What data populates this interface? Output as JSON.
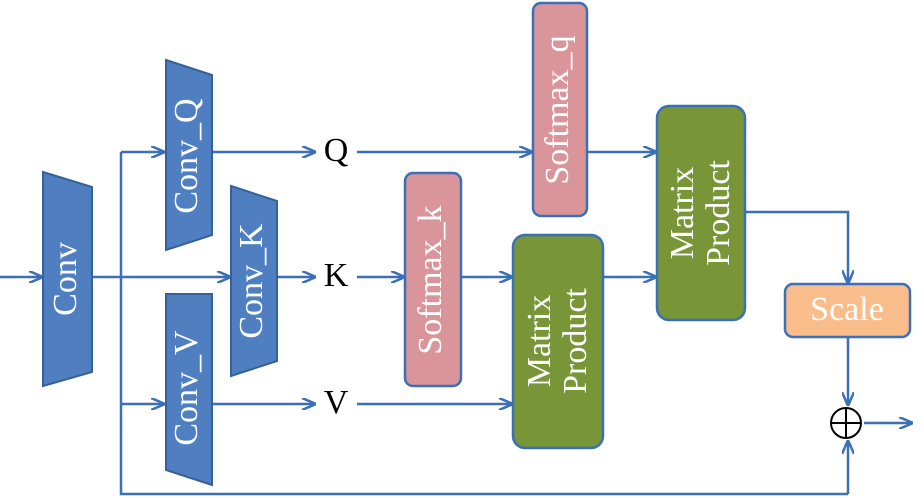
{
  "colors": {
    "conv_fill": "#4f7fc1",
    "conv_stroke": "#36609a",
    "softmax_fill": "#d9959a",
    "softmax_stroke": "#3b6fb6",
    "matrix_fill": "#789538",
    "matrix_stroke": "#3b6fb6",
    "scale_fill": "#f9bd8c",
    "scale_stroke": "#3b6fb6",
    "arrow": "#3b6fb6"
  },
  "blocks": {
    "conv": "Conv",
    "conv_q": "Conv_Q",
    "conv_k": "Conv_K",
    "conv_v": "Conv_V",
    "softmax_q": "Softmax_q",
    "softmax_k": "Softmax_k",
    "matrix_product_1": [
      "Matrix",
      "Product"
    ],
    "matrix_product_2": [
      "Matrix",
      "Product"
    ],
    "scale": "Scale"
  },
  "labels": {
    "q": "Q",
    "k": "K",
    "v": "V",
    "sum_symbol": "⊕"
  },
  "icons": {
    "sum": "circled-plus-icon"
  }
}
